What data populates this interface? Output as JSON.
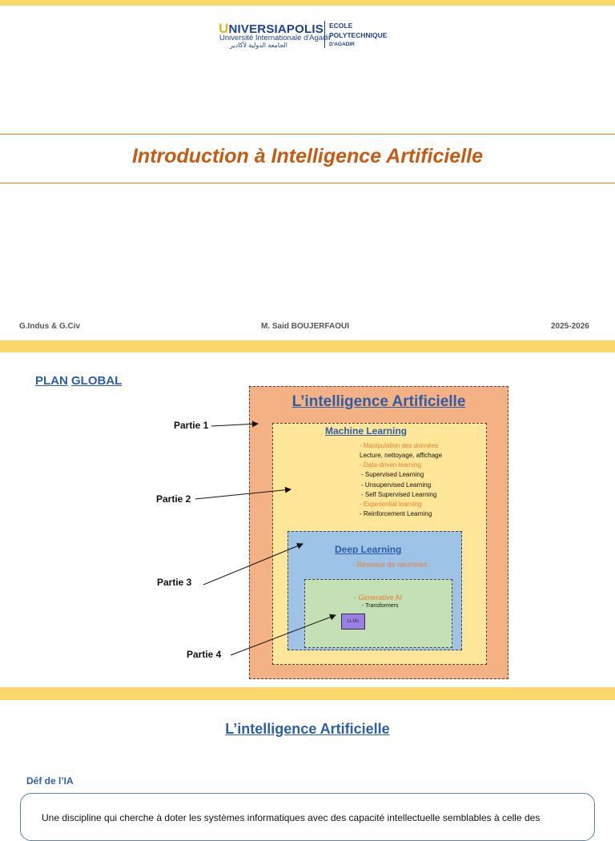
{
  "slide1": {
    "logo": {
      "brand_first_letter": "U",
      "brand_rest": "NIVERSIAPOLIS",
      "subtitle": "Université Internationale d'Agadir",
      "arabic": "الجامعة الدولية لأكادير",
      "school_line1": "ECOLE",
      "school_line2": "POLYTECHNIQUE",
      "school_line3": "D'AGADIR"
    },
    "title": "Introduction à Intelligence Artificielle",
    "footer_left": "G.Indus & G.Civ",
    "footer_center": "M. Said BOUJERFAOUI",
    "footer_right": "2025-2026"
  },
  "slide2": {
    "heading_word1": "PLAN",
    "heading_word2": "GLOBAL",
    "ai_title": "L’intelligence Artificielle",
    "ml_title": "Machine Learning",
    "ml_items": [
      {
        "text": "- Manipulation des données",
        "style": "orange"
      },
      {
        "text": "Lecture, nettoyage, affichage",
        "style": "black"
      },
      {
        "text": "- Data-driven learning",
        "style": "orange"
      },
      {
        "text": "- Supervised Learning",
        "style": "black"
      },
      {
        "text": "- Unsupervised Learning",
        "style": "black"
      },
      {
        "text": "- Self Supervised Learning",
        "style": "black"
      },
      {
        "text": "- Experiential learning",
        "style": "orange"
      },
      {
        "text": "- Reinforcement Learning",
        "style": "black"
      }
    ],
    "dl_title": "Deep Learning",
    "dl_item": "- Réseaux de neurones",
    "gen_title": "- Generative AI",
    "gen_item": "- Transformers",
    "llm_label": "LLMs",
    "parts": [
      "Partie 1",
      "Partie 2",
      "Partie 3",
      "Partie 4"
    ],
    "colors": {
      "ai": "#f4b183",
      "ml": "#ffe699",
      "dl": "#9dc3e6",
      "gen": "#c5e0b4",
      "llm": "#9a7fe8"
    }
  },
  "slide3": {
    "title": "L’intelligence Artificielle",
    "def_label": "Déf de l’IA",
    "def_text": "Une discipline qui cherche à doter les systèmes informatiques avec des capacité intellectuelle semblables à celle des"
  }
}
